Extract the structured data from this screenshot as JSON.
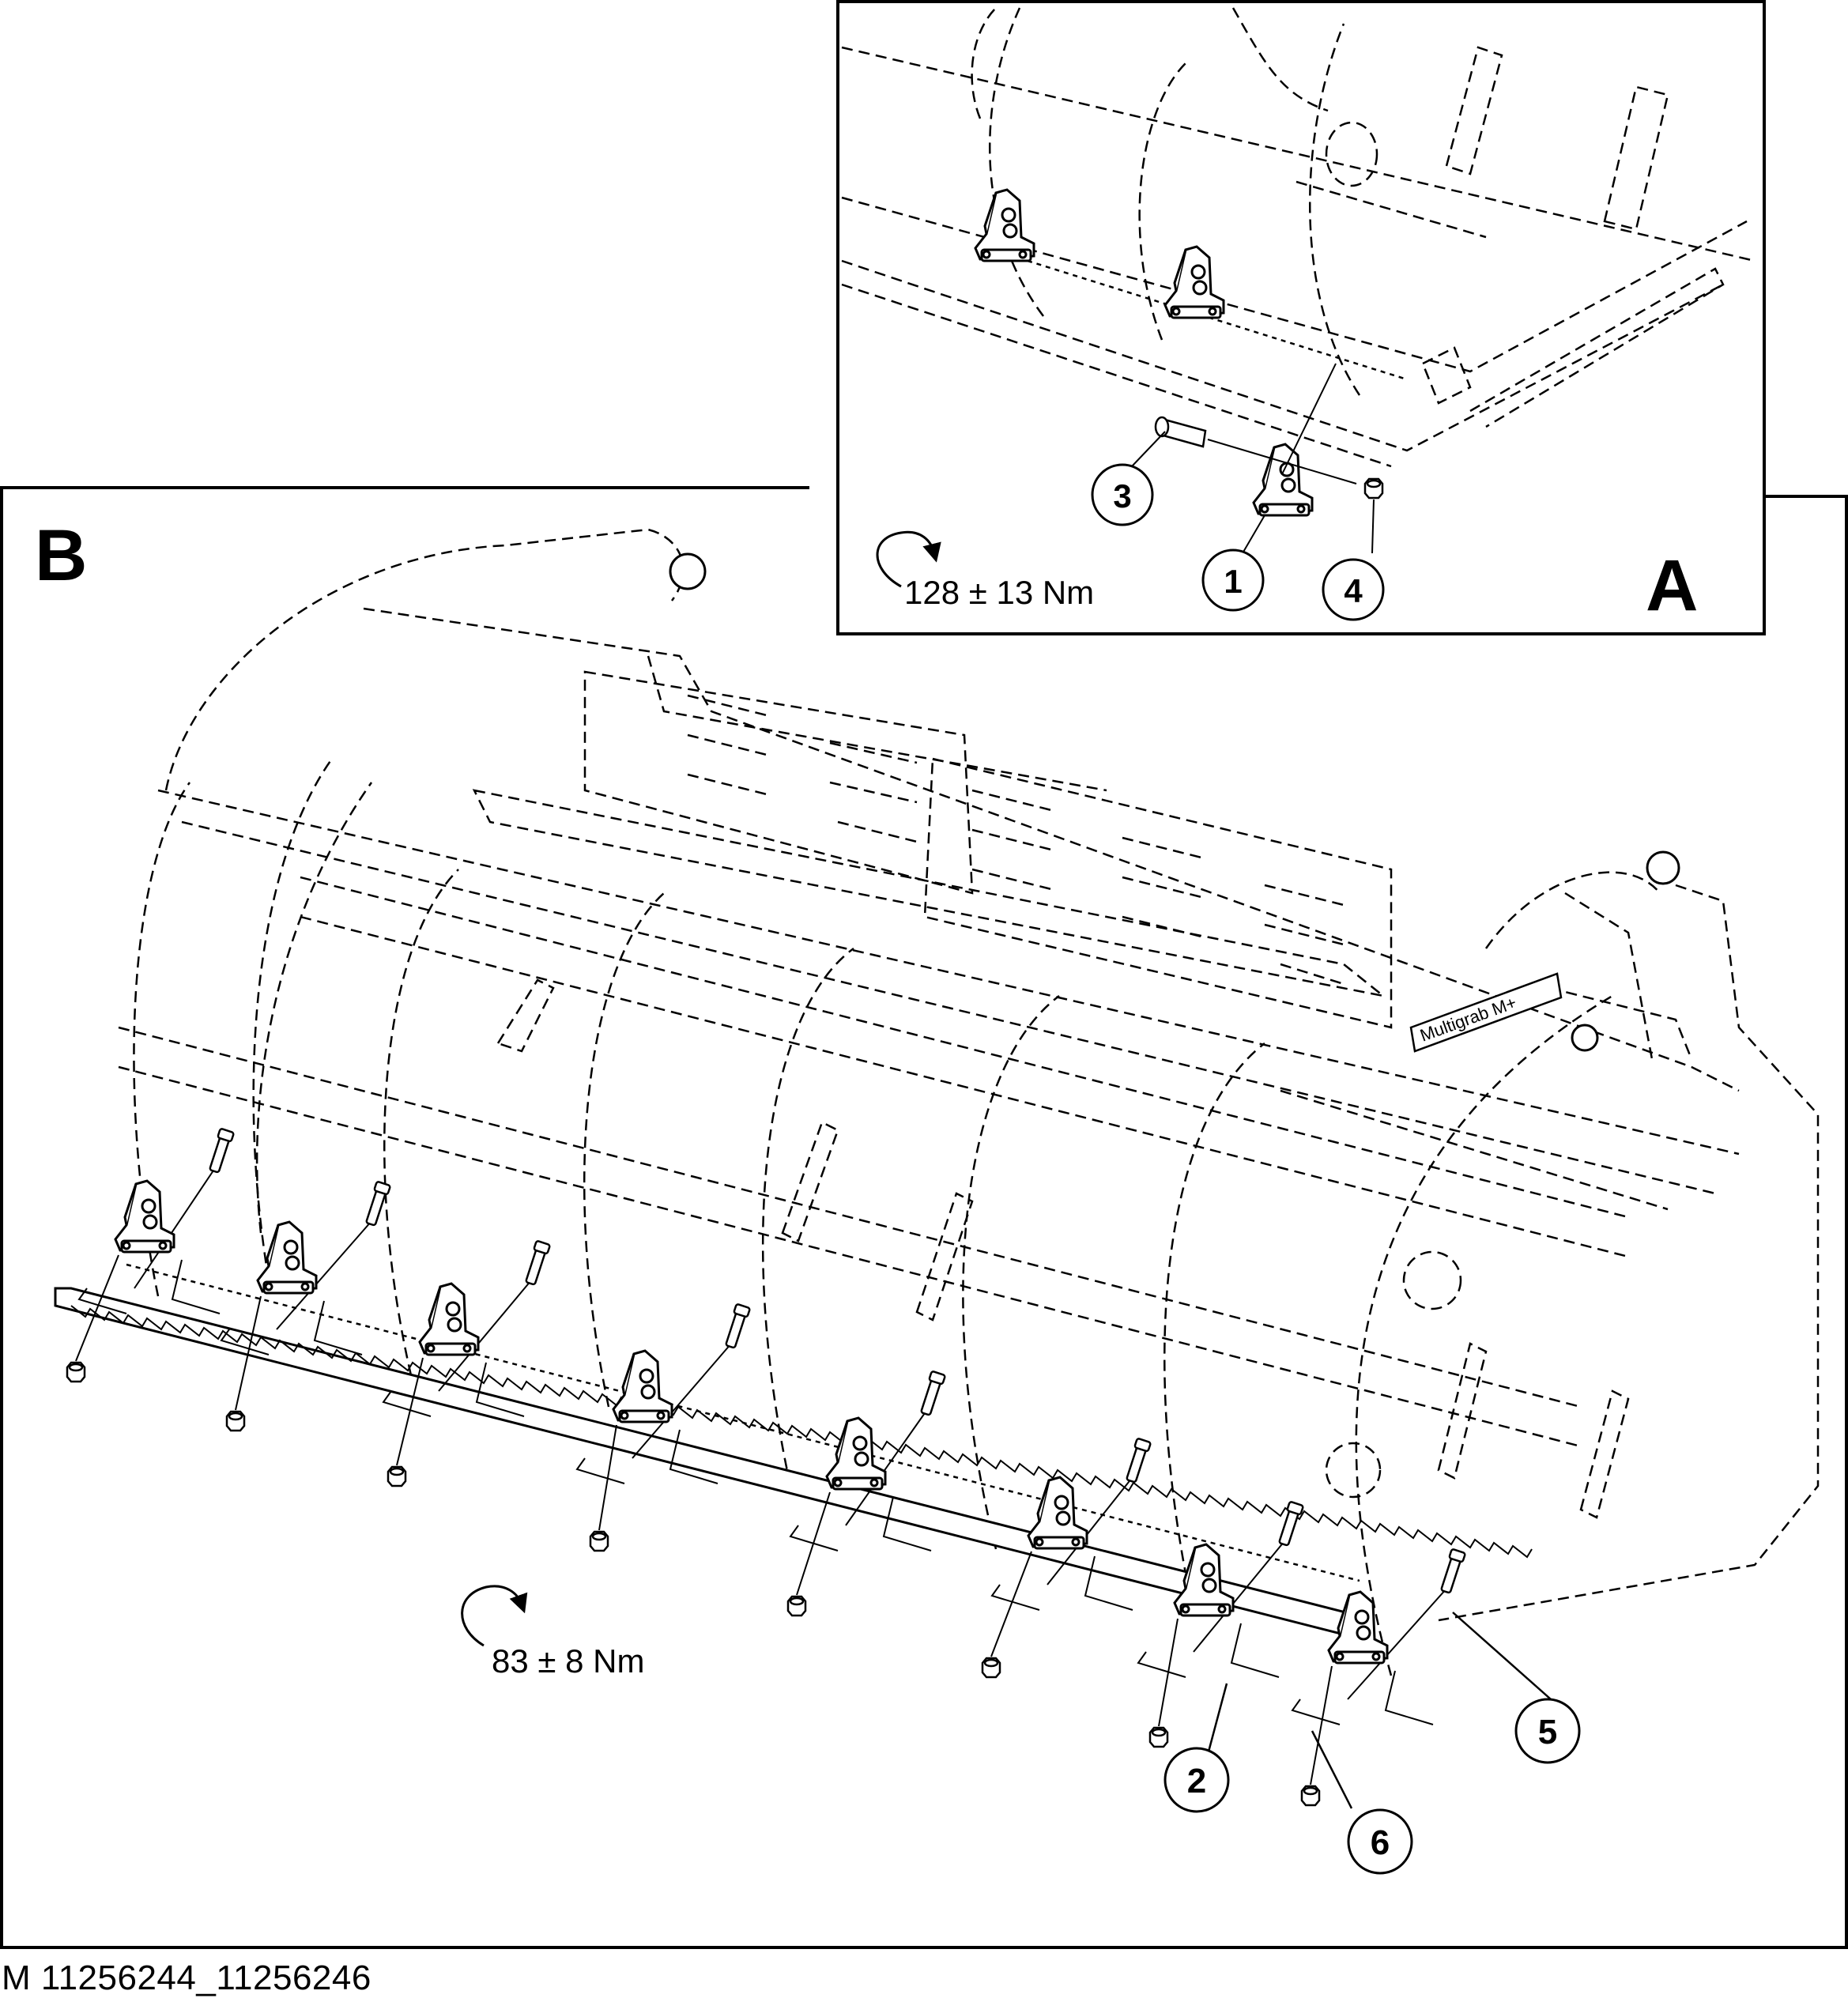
{
  "panel_a": {
    "label": "A",
    "torque": "128 ± 13 Nm",
    "callouts": [
      "3",
      "1",
      "4"
    ]
  },
  "panel_b": {
    "label": "B",
    "torque": "83 ± 8 Nm",
    "callouts": [
      "5",
      "2",
      "6"
    ]
  },
  "footer": {
    "reference": "M 11256244_11256246"
  },
  "brand": {
    "text": "Multigrab M+"
  }
}
